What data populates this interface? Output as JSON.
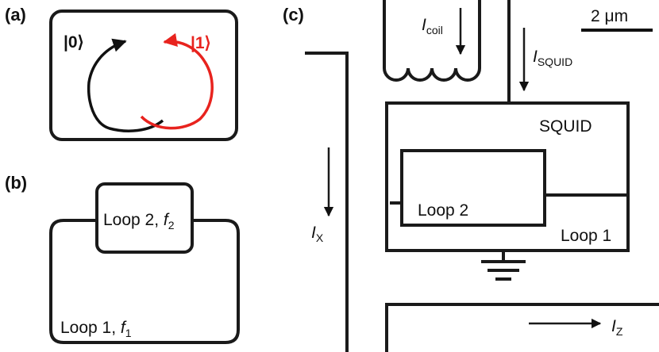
{
  "panel_a": {
    "tag": "(a)",
    "state0": "|0⟩",
    "state1": "|1⟩",
    "color_state0": "#111111",
    "color_state1": "#e8231e"
  },
  "panel_b": {
    "tag": "(b)",
    "loop2_label": "Loop 2, ",
    "loop2_var": "f",
    "loop2_sub": "2",
    "loop1_label": "Loop 1, ",
    "loop1_var": "f",
    "loop1_sub": "1"
  },
  "panel_c": {
    "tag": "(c)",
    "scale_bar": "2 μm",
    "i_coil_var": "I",
    "i_coil_sub": "coil",
    "i_squid_var": "I",
    "i_squid_sub": "SQUID",
    "i_x_var": "I",
    "i_x_sub": "X",
    "i_z_var": "I",
    "i_z_sub": "Z",
    "squid_label": "SQUID",
    "loop2_label": "Loop 2",
    "loop1_label": "Loop 1"
  },
  "colors": {
    "junction": "#e8231e",
    "wire": "#1a1a1a"
  }
}
